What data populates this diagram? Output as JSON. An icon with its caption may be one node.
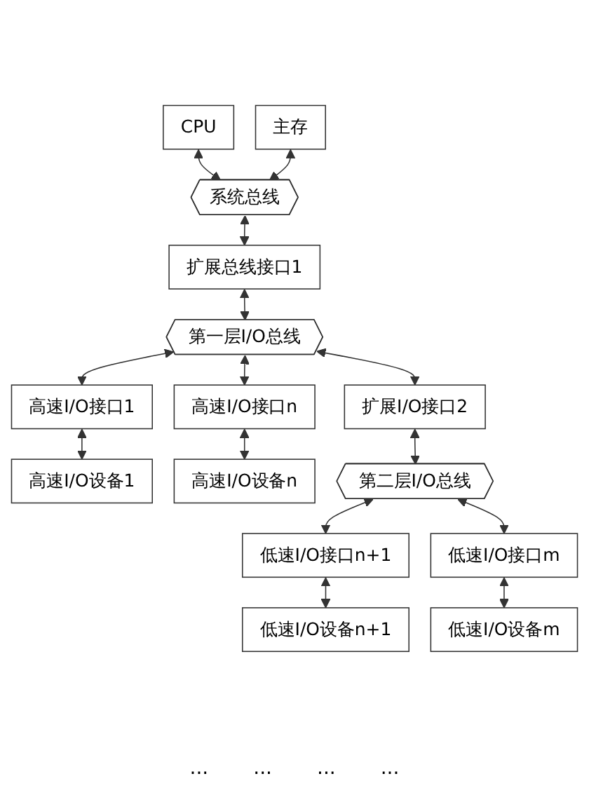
{
  "diagram": {
    "nodes": [
      {
        "text": [
          "CPU"
        ]
      },
      {
        "text": [
          "主存"
        ]
      },
      {
        "text": [
          "系统总线"
        ]
      },
      {
        "text": [
          "扩展总线接口1"
        ]
      },
      {
        "text": [
          "第一层I/O总线"
        ]
      },
      {
        "text": [
          "扩展I/O接口2"
        ]
      },
      {
        "text": [
          "高速I/O接口1"
        ]
      },
      {
        "text": [
          "高速I/O接口n"
        ]
      },
      {
        "text": [
          "高速I/O设备1"
        ]
      },
      {
        "text": [
          "高速I/O设备n"
        ]
      },
      {
        "text": [
          "第二层I/O总线"
        ]
      },
      {
        "text": [
          "低速I/O接口n+1"
        ]
      },
      {
        "text": [
          "低速I/O接口m"
        ]
      },
      {
        "text": [
          "低速I/O设备n+1"
        ]
      },
      {
        "text": [
          "低速I/O设备m"
        ]
      }
    ],
    "edges": [
      {
        "from": 0,
        "to": 2,
        "arrow": "both"
      },
      {
        "from": 1,
        "to": 2,
        "arrow": "both"
      },
      {
        "from": 2,
        "to": 3,
        "arrow": "both"
      },
      {
        "from": 3,
        "to": 4,
        "arrow": "both"
      },
      {
        "from": 4,
        "to": 5,
        "arrow": "both"
      },
      {
        "from": 4,
        "to": 6,
        "arrow": "both"
      },
      {
        "from": 4,
        "to": 7,
        "arrow": "both"
      },
      {
        "from": 6,
        "to": 8,
        "arrow": "both"
      },
      {
        "from": 7,
        "to": 9,
        "arrow": "both"
      },
      {
        "from": 5,
        "to": 10,
        "arrow": "both"
      },
      {
        "from": 10,
        "to": 11,
        "arrow": "both"
      },
      {
        "from": 10,
        "to": 12,
        "arrow": "both"
      },
      {
        "from": 11,
        "to": 13,
        "arrow": "both"
      },
      {
        "from": 12,
        "to": 14,
        "arrow": "both"
      }
    ],
    "labels": [
      "...",
      "...",
      "...",
      "..."
    ]
  }
}
